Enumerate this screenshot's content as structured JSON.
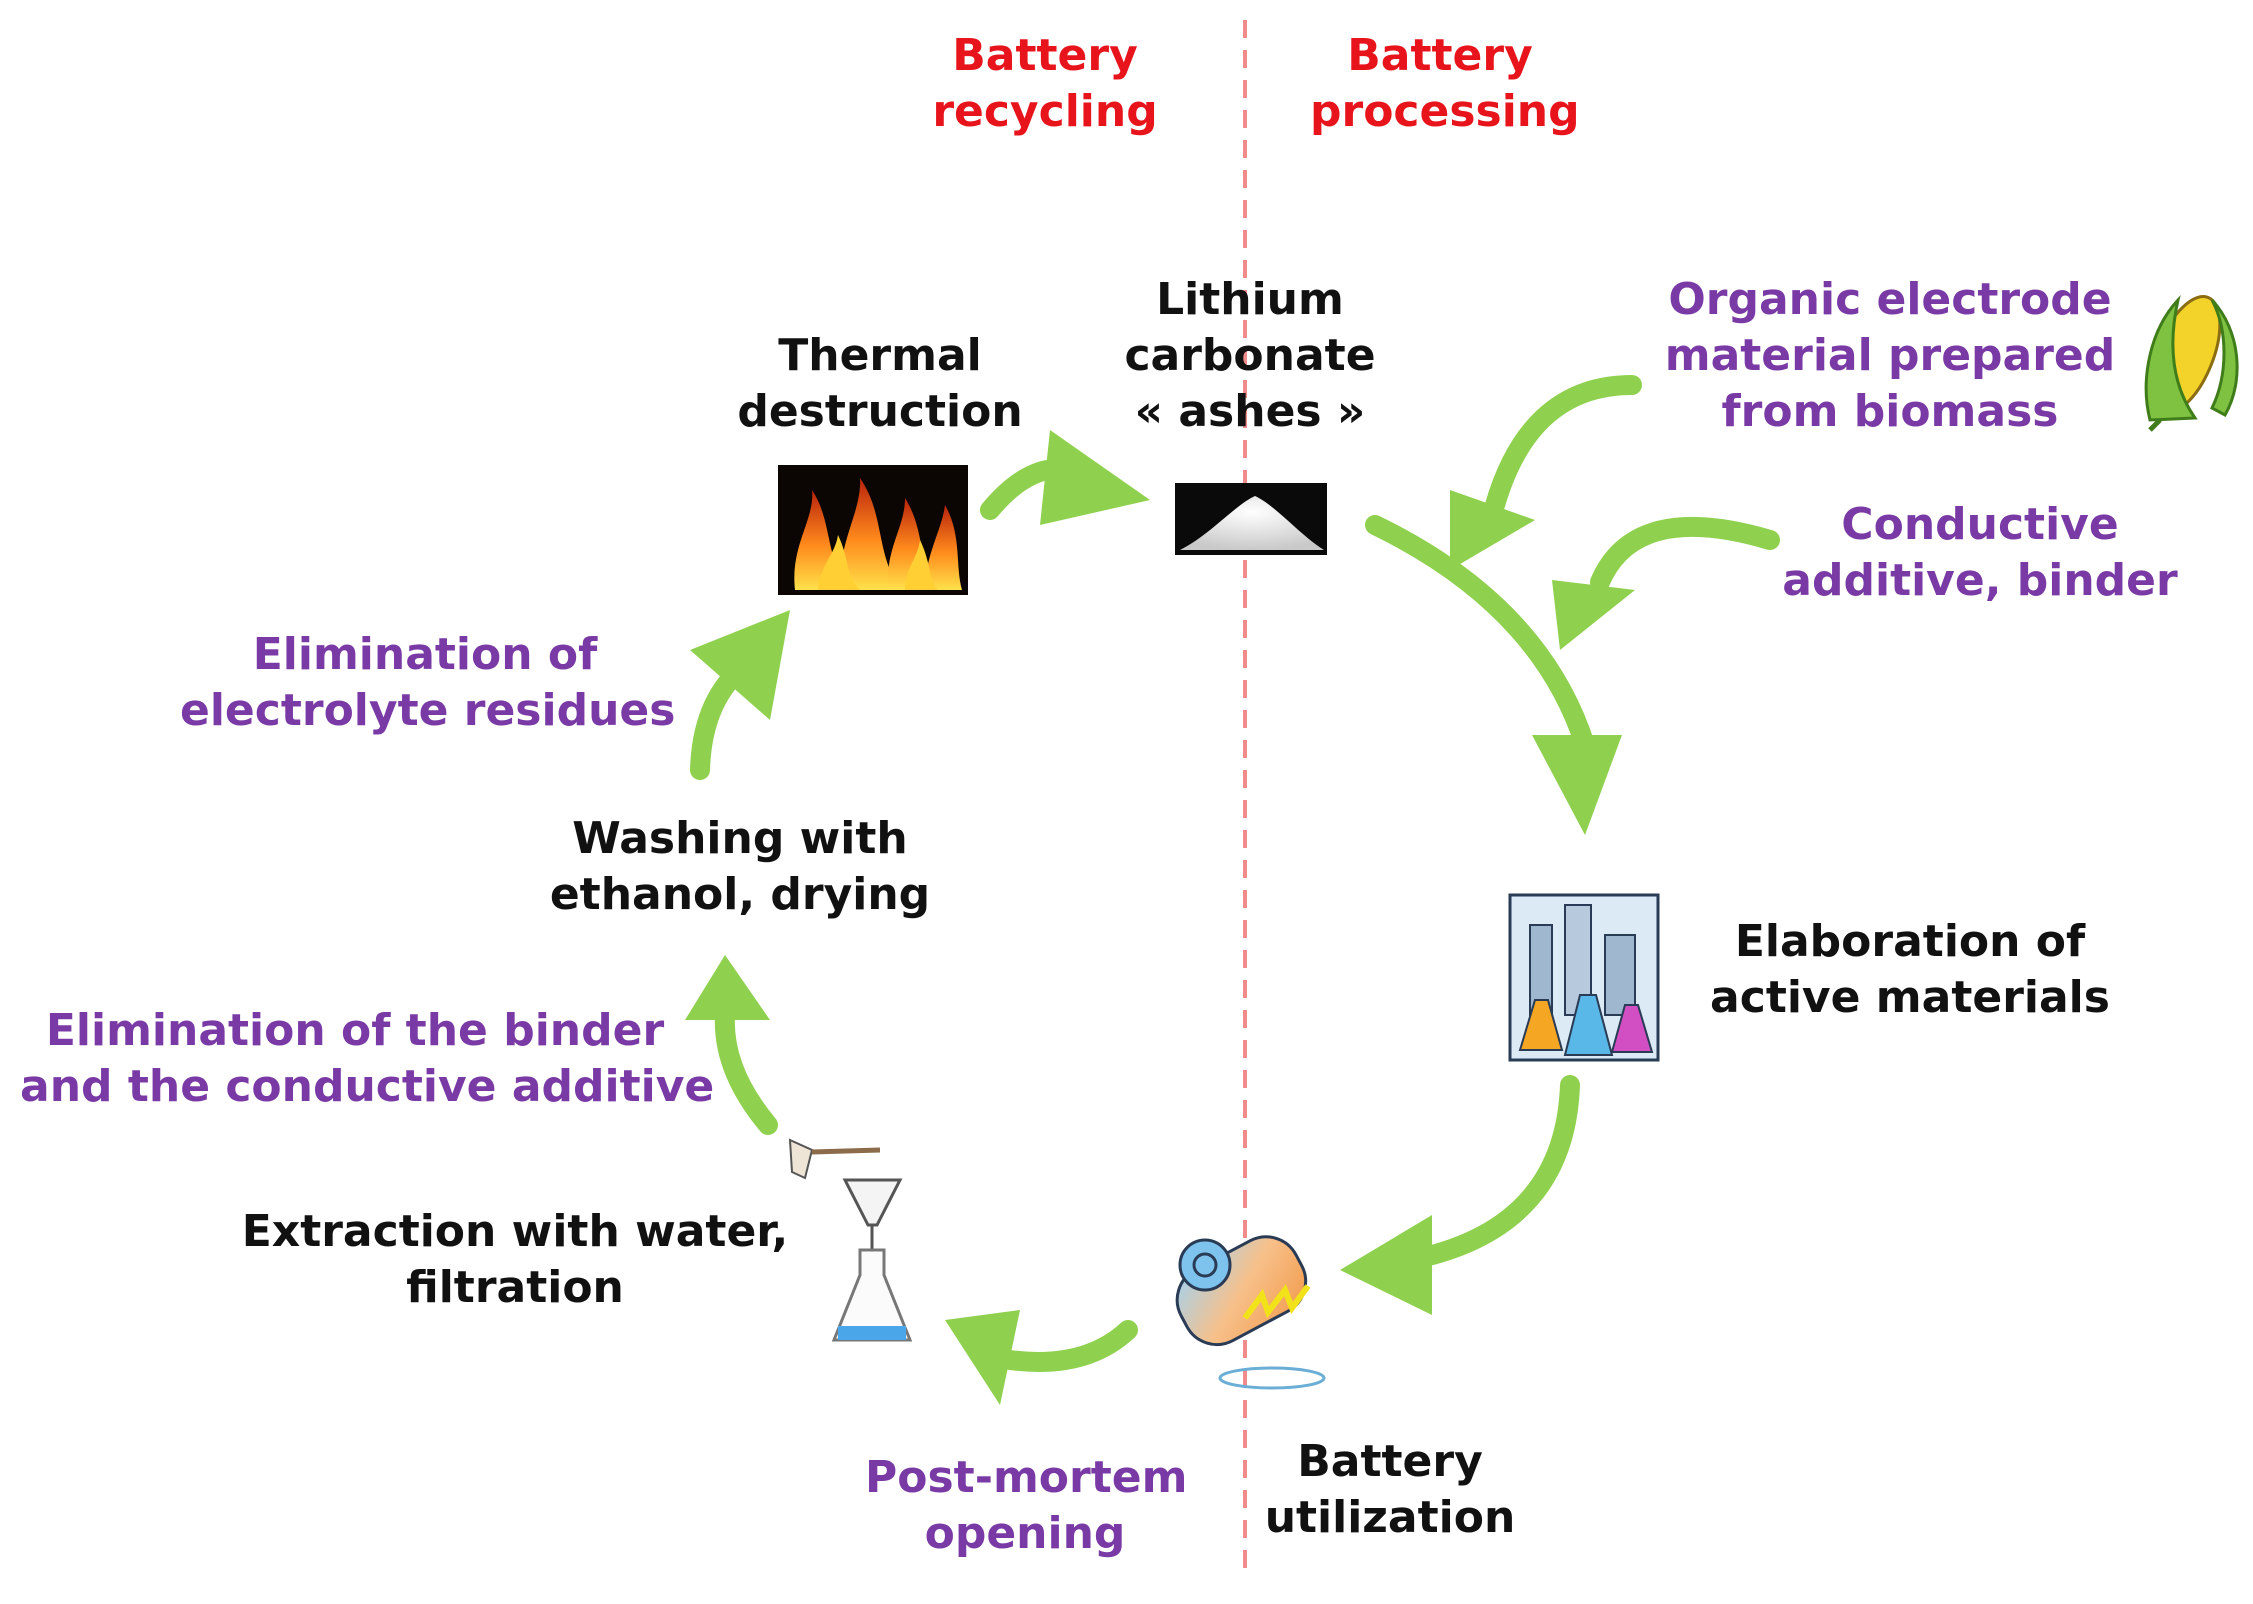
{
  "header": {
    "recycling": [
      "Battery",
      "recycling"
    ],
    "processing": [
      "Battery",
      "processing"
    ]
  },
  "steps": {
    "thermal": [
      "Thermal",
      "destruction"
    ],
    "lithium": [
      "Lithium",
      "carbonate",
      "« ashes »"
    ],
    "elaboration": [
      "Elaboration of",
      "active materials"
    ],
    "utilization": [
      "Battery",
      "utilization"
    ],
    "extraction": [
      "Extraction with water,",
      "filtration"
    ],
    "washing": [
      "Washing with",
      "ethanol, drying"
    ]
  },
  "notes": {
    "organic": [
      "Organic electrode",
      "material prepared",
      "from biomass"
    ],
    "conductive": [
      "Conductive",
      "additive, binder"
    ],
    "electrolyte": [
      "Elimination of",
      "electrolyte residues"
    ],
    "binder": [
      "Elimination of the binder",
      "and the conductive additive"
    ],
    "postmortem": [
      "Post-mortem",
      "opening"
    ]
  },
  "colors": {
    "arrow": "#8fd14f",
    "divider": "#f08c8c",
    "header": "#e8141c",
    "step": "#111111",
    "note": "#7a3aa6"
  },
  "icons": [
    "fire-icon",
    "powder-icon",
    "corn-icon",
    "factory-flasks-icon",
    "battery-icon",
    "filter-flask-icon"
  ]
}
